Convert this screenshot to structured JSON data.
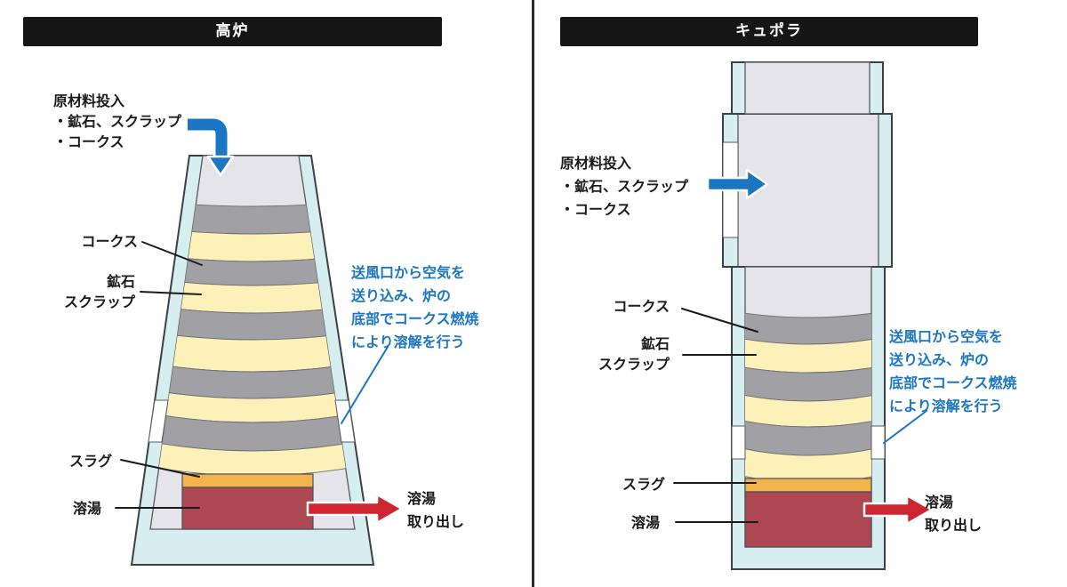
{
  "panels": [
    {
      "title": "高炉",
      "charge_label": [
        "原材料投入",
        "・鉱石、スクラップ",
        "・コークス"
      ],
      "layer_labels": {
        "coke": "コークス",
        "ore": [
          "鉱石",
          "スクラップ"
        ],
        "slag": "スラグ",
        "melt": "溶湯"
      },
      "tuyere_note": [
        "送風口から空気を",
        "送り込み、炉の",
        "底部でコークス燃焼",
        "により溶解を行う"
      ],
      "tap_label": [
        "溶湯",
        "取り出し"
      ]
    },
    {
      "title": "キュポラ",
      "charge_label": [
        "原材料投入",
        "・鉱石、スクラップ",
        "・コークス"
      ],
      "layer_labels": {
        "coke": "コークス",
        "ore": [
          "鉱石",
          "スクラップ"
        ],
        "slag": "スラグ",
        "melt": "溶湯"
      },
      "tuyere_note": [
        "送風口から空気を",
        "送り込み、炉の",
        "底部でコークス燃焼",
        "により溶解を行う"
      ],
      "tap_label": [
        "溶湯",
        "取り出し"
      ]
    }
  ],
  "colors": {
    "header_bg": "#161616",
    "header_text": "#ffffff",
    "furnace_wall": "#d7eef0",
    "furnace_interior": "#e4e4ea",
    "coke_layer": "#a1a1a5",
    "ore_layer": "#fdf0b8",
    "slag": "#f2b54e",
    "molten_metal": "#ad4751",
    "charge_arrow": "#1a75c2",
    "tap_arrow": "#cf2531",
    "note_text": "#1a75c2",
    "label_text": "#1a1a1a"
  }
}
